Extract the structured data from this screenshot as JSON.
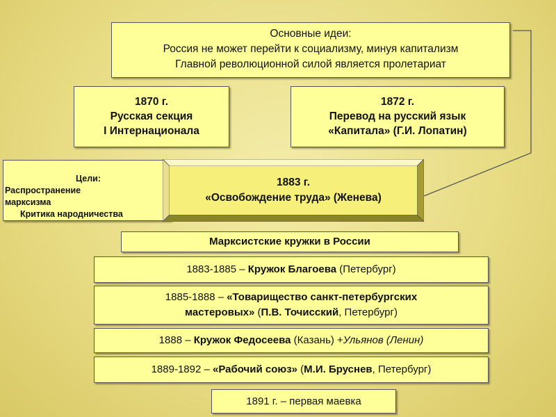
{
  "ideas": {
    "title": "Основные идеи:",
    "line1": "Россия не может перейти к социализму, минуя капитализм",
    "line2": "Главной революционной силой является пролетариат"
  },
  "event_1870": {
    "year": "1870 г.",
    "line1": "Русская секция",
    "line2": "I Интернационала"
  },
  "event_1872": {
    "year": "1872 г.",
    "line1": "Перевод на русский язык",
    "line2": "«Капитала» (Г.И. Лопатин)"
  },
  "goals": {
    "title": "Цели:",
    "line1": "Распространение",
    "line2": "марксизма",
    "line3": "Критика народничества"
  },
  "event_1883": {
    "year": "1883 г.",
    "name": "«Освобождение труда» (Женева)"
  },
  "circles_header": "Марксистские кружки в России",
  "rows": [
    {
      "years": "1883-1885 – ",
      "name": "Кружок Благоева",
      "rest": " (Петербург)"
    },
    {
      "years": "1885-1888 – ",
      "name1": "«Товарищество санкт-петербургских",
      "name2": "мастеровых»",
      "mid": " (",
      "person": "П.В. Точисский",
      "rest": ", Петербург)"
    },
    {
      "years": "1888 – ",
      "name": "Кружок Федосеева",
      "rest": " (Казань) +",
      "note": "Ульянов (Ленин)"
    },
    {
      "years": "1889-1892 – ",
      "name": "«Рабочий союз»",
      "mid": " (",
      "person": "М.И. Бруснев",
      "rest": ", Петербург)"
    }
  ],
  "mayday": "1891 г. – первая маевка",
  "colors": {
    "box_fill": "#ffff99",
    "background": "#e8dc85",
    "bevel_face": "#f6f07a",
    "bevel_light": "#fbf8c8",
    "bevel_dark": "#8a8428"
  }
}
